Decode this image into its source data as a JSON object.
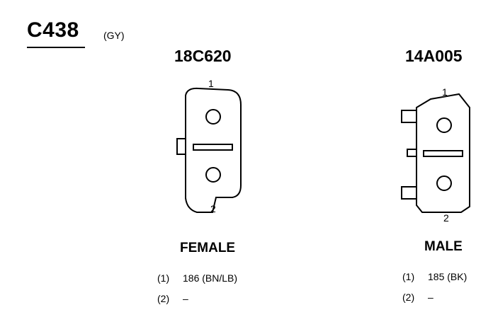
{
  "connector": {
    "id": "C438",
    "color": "(GY)"
  },
  "female": {
    "part_number": "18C620",
    "label": "FEMALE",
    "pin_top": "1",
    "pin_bottom": "2",
    "pins": [
      {
        "index": "(1)",
        "circuit": "186 (BN/LB)"
      },
      {
        "index": "(2)",
        "circuit": "–"
      }
    ]
  },
  "male": {
    "part_number": "14A005",
    "label": "MALE",
    "pin_top": "1",
    "pin_bottom": "2",
    "pins": [
      {
        "index": "(1)",
        "circuit": "185 (BK)"
      },
      {
        "index": "(2)",
        "circuit": "–"
      }
    ]
  }
}
